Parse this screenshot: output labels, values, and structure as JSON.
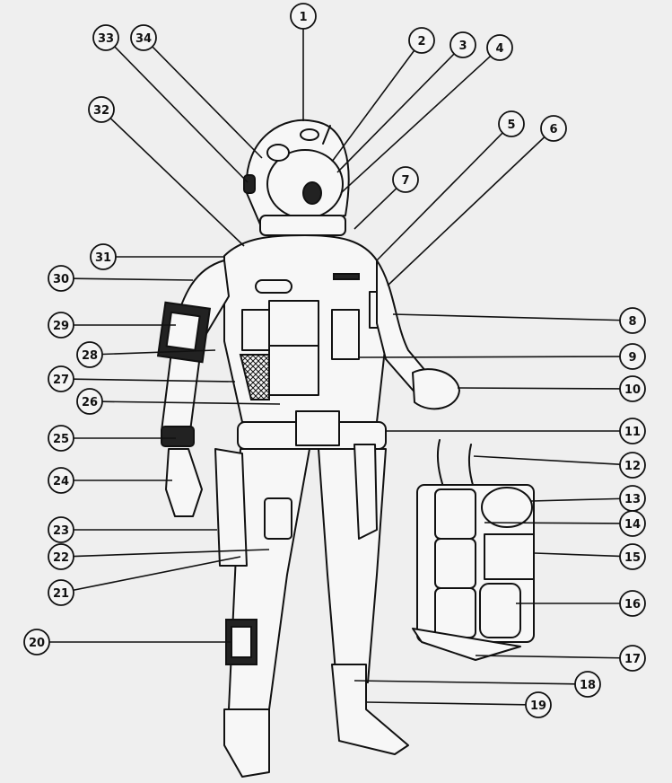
{
  "diagram": {
    "type": "labeled-illustration",
    "subject": "spacesuit-with-backpack",
    "ink_color": "#111111",
    "paper_color": "#efefef",
    "callouts": [
      "1",
      "2",
      "3",
      "4",
      "5",
      "6",
      "7",
      "8",
      "9",
      "10",
      "11",
      "12",
      "13",
      "14",
      "15",
      "16",
      "17",
      "18",
      "19",
      "20",
      "21",
      "22",
      "23",
      "24",
      "25",
      "26",
      "27",
      "28",
      "29",
      "30",
      "31",
      "32",
      "33",
      "34"
    ]
  }
}
